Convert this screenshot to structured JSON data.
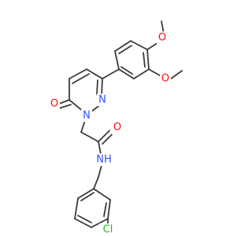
{
  "structure": {
    "atoms": {
      "o_ketone": {
        "label": "O",
        "color": "#ff0d0d"
      },
      "n_ring_1": {
        "label": "N",
        "color": "#3050f8"
      },
      "n_ring_2": {
        "label": "N",
        "color": "#3050f8"
      },
      "o_amide": {
        "label": "O",
        "color": "#ff0d0d"
      },
      "nh_amide": {
        "label": "NH",
        "color": "#3050f8"
      },
      "cl": {
        "label": "Cl",
        "color": "#1fb81f"
      },
      "o_methoxy_1": {
        "label": "O",
        "color": "#ff0d0d"
      },
      "o_methoxy_2": {
        "label": "O",
        "color": "#ff0d0d"
      }
    },
    "colors": {
      "bond": "#3a3a3a",
      "background": "#ffffff"
    }
  }
}
